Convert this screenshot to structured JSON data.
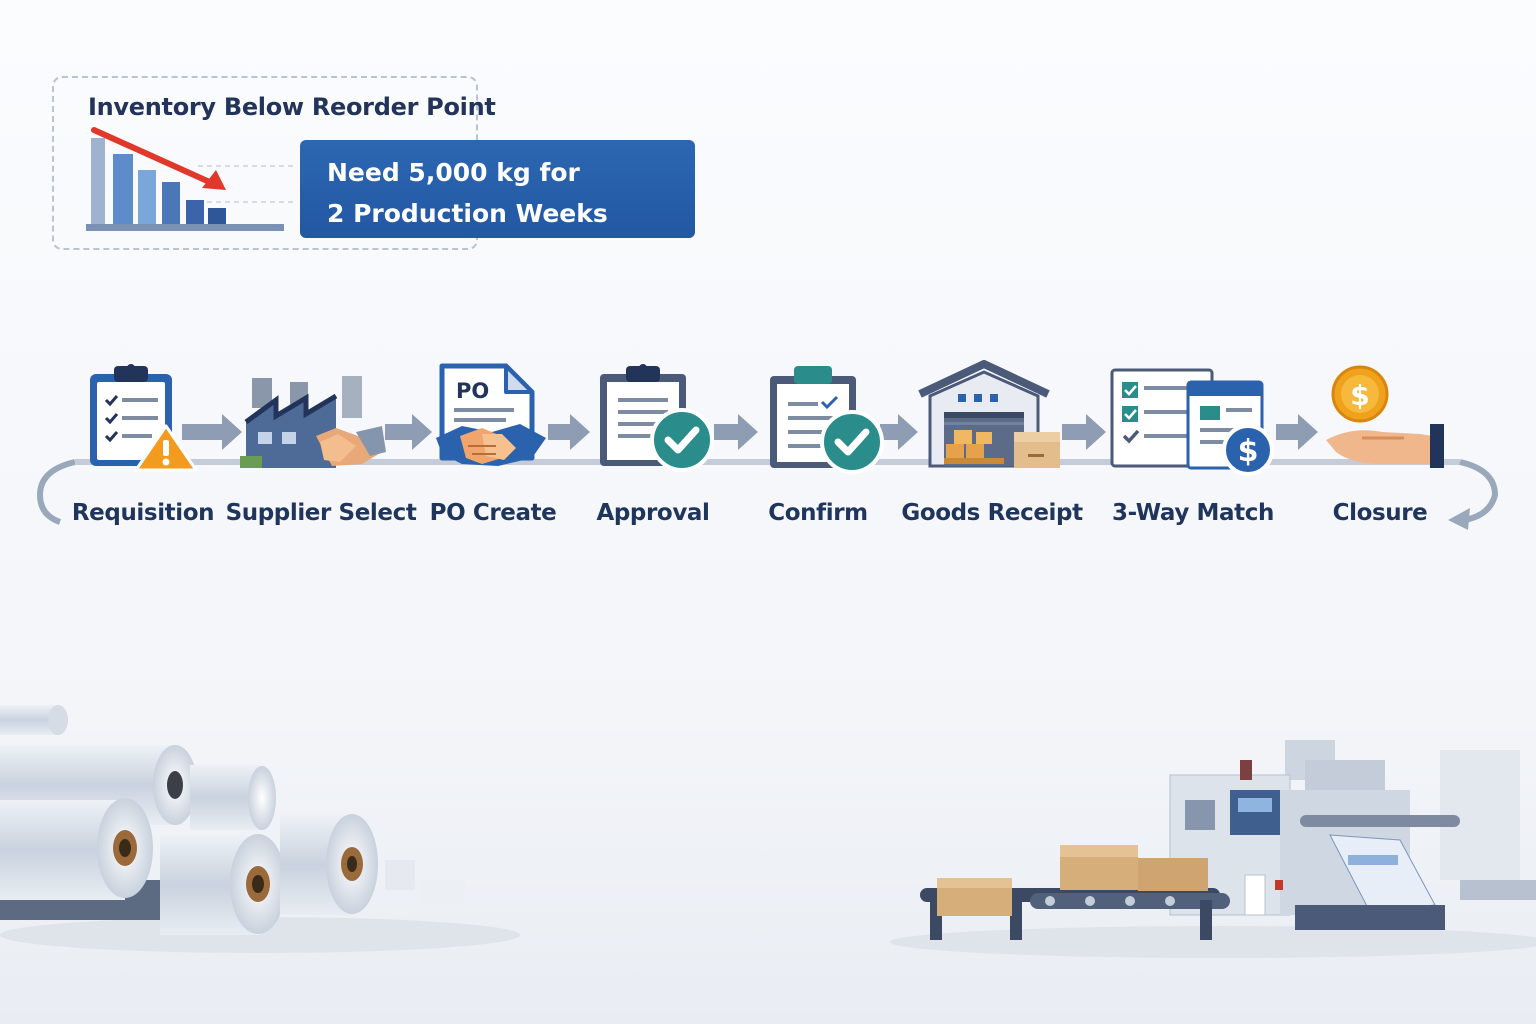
{
  "alert": {
    "title": "Inventory Below Reorder Point",
    "need_line1": "Need 5,000 kg for",
    "need_line2": "2 Production Weeks"
  },
  "steps": [
    {
      "label": "Requisition"
    },
    {
      "label": "Supplier Select"
    },
    {
      "label": "PO Create",
      "doc_label": "PO"
    },
    {
      "label": "Approval"
    },
    {
      "label": "Confirm"
    },
    {
      "label": "Goods Receipt"
    },
    {
      "label": "3-Way Match"
    },
    {
      "label": "Closure"
    }
  ],
  "colors": {
    "navy": "#23345b",
    "accent_blue": "#2a62ad",
    "arrow_gray": "#8e9db3",
    "check_teal": "#2b8c8c",
    "warning_orange": "#f29b1f",
    "alert_red": "#e0392b",
    "coin_gold": "#f0a21c"
  }
}
